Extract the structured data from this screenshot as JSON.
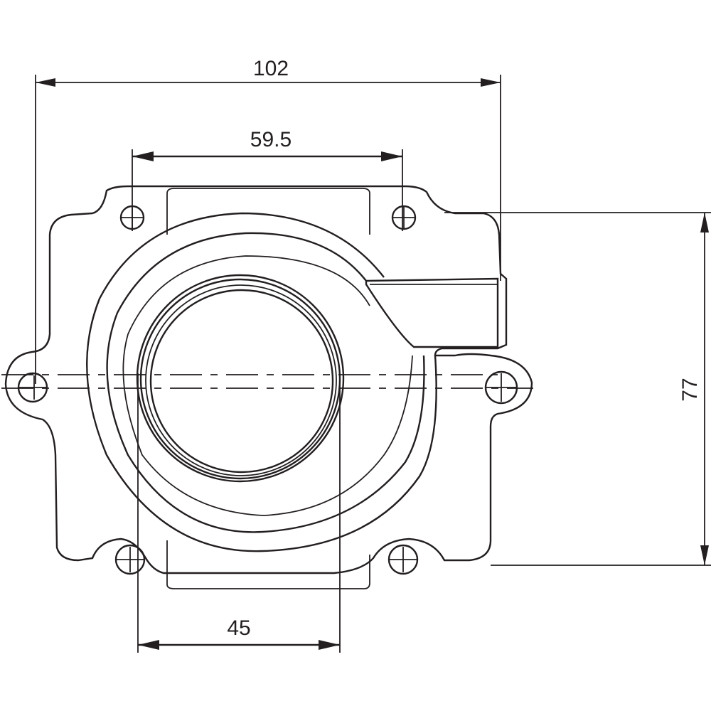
{
  "drawing": {
    "title": "Flange / intake boot technical drawing",
    "stroke_color": "#231f20",
    "background": "#ffffff",
    "dimensions": {
      "overall_width": "102",
      "top_bolt_spacing": "59.5",
      "bore_diameter": "45",
      "vertical_bolt_spacing": "77"
    },
    "bolt_holes": [
      {
        "position": "top-left"
      },
      {
        "position": "top-right"
      },
      {
        "position": "middle-left"
      },
      {
        "position": "middle-right"
      },
      {
        "position": "bottom-left"
      },
      {
        "position": "bottom-right"
      }
    ]
  }
}
